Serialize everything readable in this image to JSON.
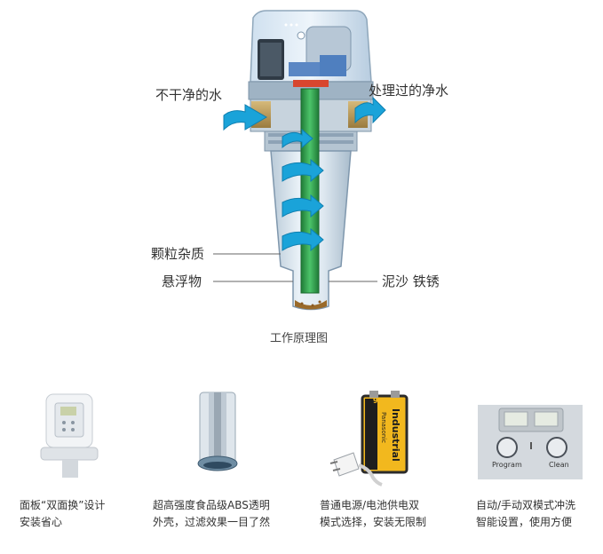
{
  "diagram": {
    "labels": {
      "dirty_water": "不干净的水",
      "clean_water": "处理过的净水",
      "particles": "颗粒杂质",
      "suspended": "悬浮物",
      "sediment_rust": "泥沙 铁锈"
    },
    "caption": "工作原理图"
  },
  "features": [
    {
      "icon": "panel-icon",
      "lines": [
        "面板“双面换”设计",
        "安装省心"
      ]
    },
    {
      "icon": "housing-icon",
      "lines": [
        "超高强度食品级ABS透明",
        "外壳，过滤效果一目了然"
      ]
    },
    {
      "icon": "battery-icon",
      "lines": [
        "普通电源/电池供电双",
        "模式选择，安装无限制"
      ],
      "battery_text": {
        "brand": "Industrial",
        "maker": "Panasonic",
        "voltage": "9V"
      }
    },
    {
      "icon": "control-panel-icon",
      "lines": [
        "自动/手动双模式冲洗",
        "智能设置，使用方便"
      ],
      "buttons": [
        "Program",
        "Clean"
      ]
    }
  ],
  "colors": {
    "flow_arrow": "#1aa3d9",
    "center_tube": "#2e9e4a",
    "housing": "#c9d9e6",
    "label_line": "#666666"
  }
}
